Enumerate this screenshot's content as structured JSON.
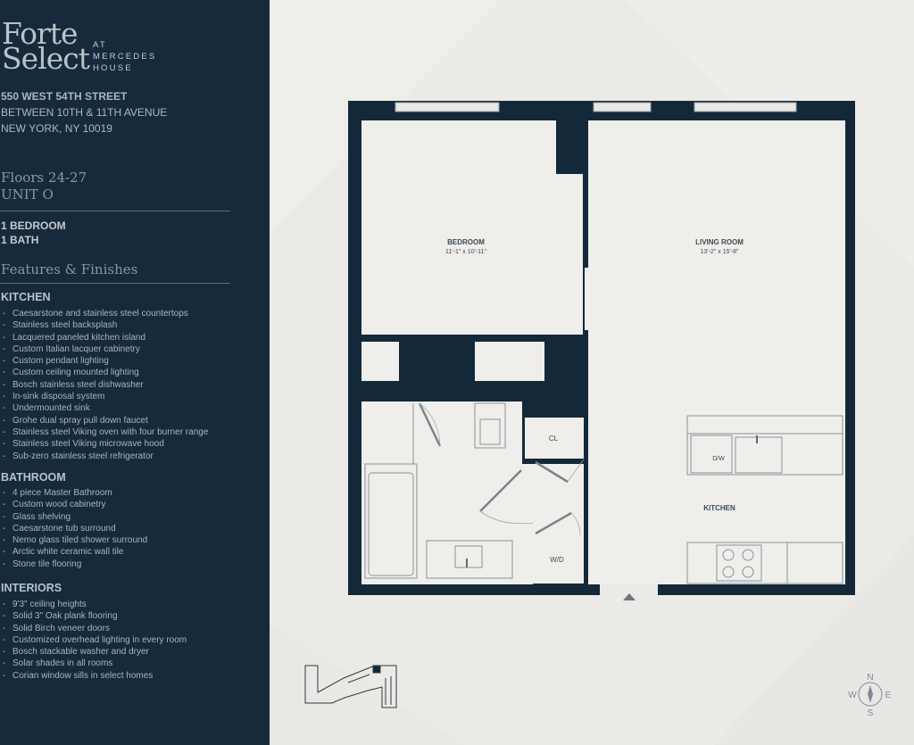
{
  "brand": {
    "line1": "Forte",
    "line2": "Select",
    "sub1": "AT",
    "sub2": "MERCEDES",
    "sub3": "HOUSE"
  },
  "address": {
    "line1": "550 WEST 54TH STREET",
    "line2": "BETWEEN 10TH & 11TH AVENUE",
    "line3": "NEW YORK, NY 10019"
  },
  "unit": {
    "floors": "Floors 24-27",
    "name": "UNIT O",
    "bedrooms": "1 BEDROOM",
    "baths": "1 BATH"
  },
  "features_title": "Features & Finishes",
  "kitchen": {
    "title": "KITCHEN",
    "items": [
      "Caesarstone and stainless steel countertops",
      "Stainless steel backsplash",
      "Lacquered paneled kitchen island",
      "Custom Italian lacquer cabinetry",
      "Custom pendant lighting",
      "Custom ceiling mounted lighting",
      "Bosch stainless steel dishwasher",
      "In-sink disposal system",
      "Undermounted sink",
      "Grohe dual spray pull down faucet",
      "Stainless steel Viking oven with four burner range",
      "Stainless steel Viking microwave hood",
      "Sub-zero stainless steel refrigerator"
    ]
  },
  "bathroom": {
    "title": "BATHROOM",
    "items": [
      "4 piece Master Bathroom",
      "Custom wood cabinetry",
      "Glass shelving",
      "Caesarstone tub surround",
      "Nemo glass tiled shower surround",
      "Arctic white ceramic wall tile",
      "Stone tile flooring"
    ]
  },
  "interiors": {
    "title": "INTERIORS",
    "items": [
      "9'3\" ceiling heights",
      "Solid 3\" Oak plank flooring",
      "Solid Birch veneer doors",
      "Customized overhead lighting in every room",
      "Bosch stackable washer and dryer",
      "Solar shades in all rooms",
      "Corian window sills in select homes"
    ]
  },
  "plan": {
    "bedroom": {
      "name": "BEDROOM",
      "dims": "11'-1\" x 10'-11\""
    },
    "living": {
      "name": "LIVING ROOM",
      "dims": "13'-2\" x 15'-8\""
    },
    "kitchen": "KITCHEN",
    "closet": "CL",
    "washer_dryer": "W/D",
    "dishwasher": "D/W"
  },
  "compass": {
    "n": "N",
    "s": "S",
    "e": "E",
    "w": "W"
  },
  "colors": {
    "navy": "#162a3b",
    "wall": "#13293a",
    "floor": "#efeeeb",
    "background": "#ebeae6"
  }
}
